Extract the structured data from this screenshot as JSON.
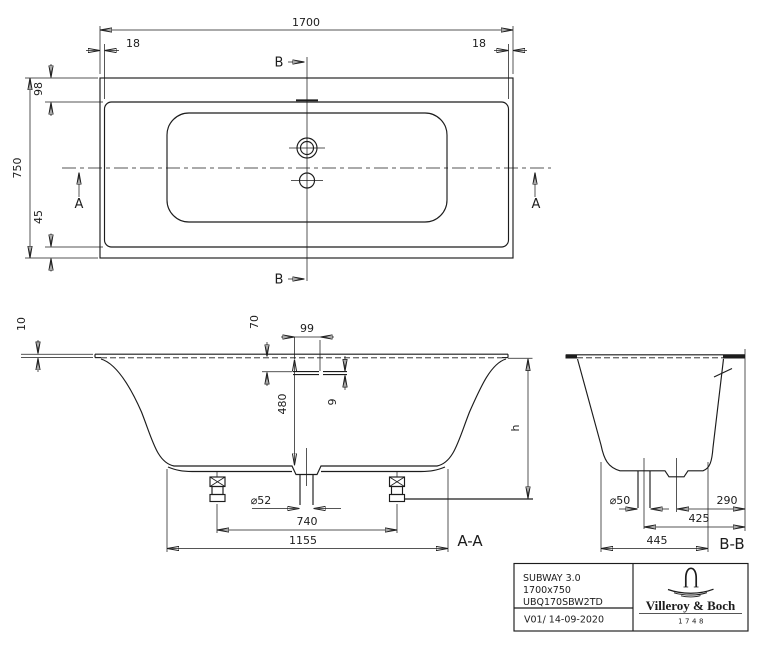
{
  "top_view": {
    "length": "1700",
    "rim_left": "18",
    "rim_right": "18",
    "deck_back": "98",
    "width": "750",
    "deck_front": "45"
  },
  "sections": {
    "a": "A",
    "b": "B",
    "aa": "A-A",
    "bb": "B-B"
  },
  "section_aa": {
    "rim_thickness": "10",
    "overflow_drop": "70",
    "fitting_width": "99",
    "plate_thickness": "9",
    "inner_depth": "480",
    "height": "h",
    "drain_diameter": "⌀52",
    "feet_distance": "740",
    "base_length": "1155"
  },
  "section_bb": {
    "drain_diameter": "⌀50",
    "drain_to_edge": "290",
    "outlet_to_edge": "425",
    "base_width": "445"
  },
  "title_block": {
    "model": "SUBWAY 3.0",
    "dimensions": "1700x750",
    "article_number": "UBQ170SBW2TD",
    "revision": "V01/ 14-09-2020",
    "brand": "Villeroy & Boch",
    "founded": "1748"
  },
  "colors": {
    "line": "#1c1c1c",
    "background": "#ffffff"
  }
}
